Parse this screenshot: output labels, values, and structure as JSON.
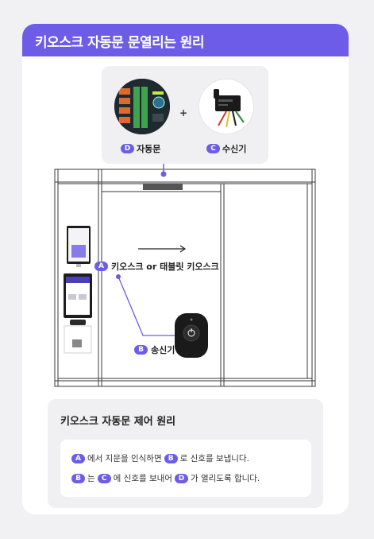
{
  "header": {
    "title": "키오스크 자동문  문열리는 원리"
  },
  "badges": {
    "a": "A",
    "b": "B",
    "c": "C",
    "d": "D"
  },
  "devices": {
    "plus": "+",
    "d_label": "자동문",
    "c_label": "수신기"
  },
  "diagram": {
    "a_label": "키오스크 or 태블릿 키오스크",
    "b_label": "송신기"
  },
  "info": {
    "title": "키오스크 자동문 제어 원리",
    "step1": {
      "part1": "에서 지문을 인식하면",
      "part2": "로 신호를 보냅니다."
    },
    "step2": {
      "part1": "는",
      "part2": "에 신호를 보내어",
      "part3": "가 열리도록 합니다."
    }
  },
  "colors": {
    "accent": "#6c5ce7",
    "background": "#f1f1f3",
    "card": "#ffffff",
    "panel": "#f0f0f2"
  },
  "icons": [
    "automatic-door-controller-photo",
    "receiver-module-photo",
    "kiosk-tablet-device",
    "kiosk-stand-device",
    "remote-transmitter-fob",
    "arrow-right-icon"
  ]
}
